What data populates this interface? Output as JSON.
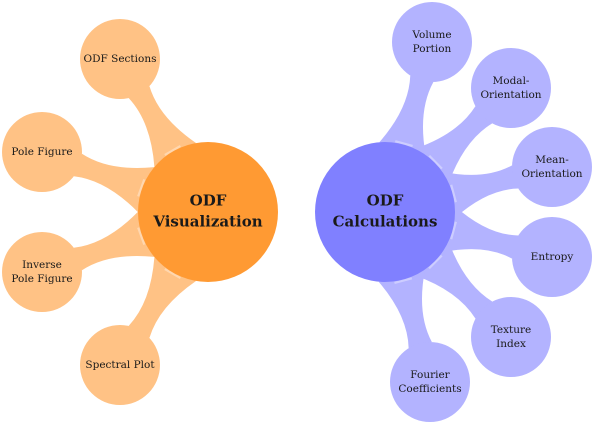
{
  "colors": {
    "orange_root": "#FF9A33",
    "orange_child": "#FFC285",
    "blue_root": "#8080FF",
    "blue_child": "#B3B3FF"
  },
  "maps": [
    {
      "root": {
        "lines": [
          "ODF",
          "Visualization"
        ]
      },
      "children": [
        {
          "lines": [
            "ODF Sections"
          ]
        },
        {
          "lines": [
            "Pole Figure"
          ]
        },
        {
          "lines": [
            "Inverse",
            "Pole Figure"
          ]
        },
        {
          "lines": [
            "Spectral Plot"
          ]
        }
      ]
    },
    {
      "root": {
        "lines": [
          "ODF",
          "Calculations"
        ]
      },
      "children": [
        {
          "lines": [
            "Volume",
            "Portion"
          ]
        },
        {
          "lines": [
            "Modal-",
            "Orientation"
          ]
        },
        {
          "lines": [
            "Mean-",
            "Orientation"
          ]
        },
        {
          "lines": [
            "Entropy"
          ]
        },
        {
          "lines": [
            "Texture",
            "Index"
          ]
        },
        {
          "lines": [
            "Fourier",
            "Coefficients"
          ]
        }
      ]
    }
  ]
}
